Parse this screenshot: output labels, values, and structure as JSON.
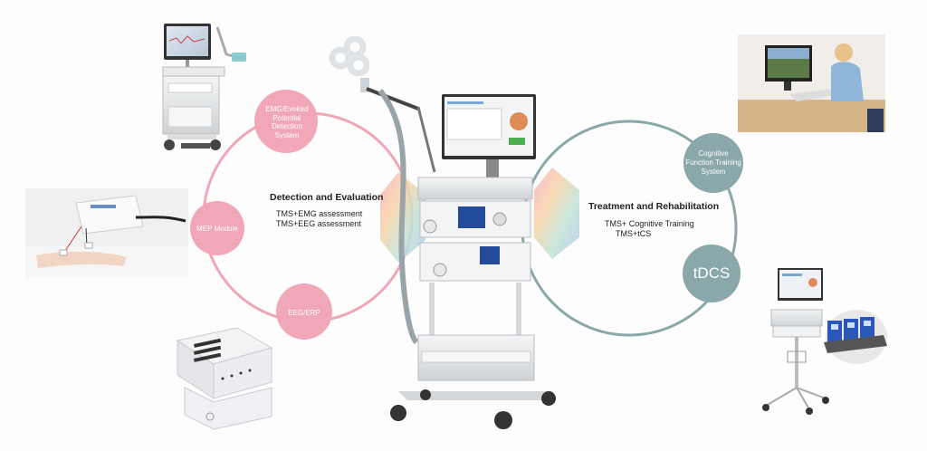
{
  "left_panel": {
    "heading": "Detection and Evaluation",
    "lines": [
      "TMS+EMG assessment",
      "TMS+EEG assessment"
    ],
    "nodes": [
      "EMG/Evoked Potential Detection System",
      "MEP Module",
      "EEG/ERP"
    ],
    "color": "#f2a7b8"
  },
  "right_panel": {
    "heading": "Treatment and Rehabilitation",
    "lines": [
      "TMS+ Cognitive Training",
      "TMS+tCS"
    ],
    "nodes": [
      "Cognitive Function Training System",
      "tDCS"
    ],
    "color": "#8aa7a9"
  },
  "icons": [
    "emg-cart-photo",
    "mep-module-photo",
    "eeg-amplifier-photo",
    "tms-cart-photo",
    "cognitive-training-photo",
    "tdcs-cart-photo"
  ]
}
